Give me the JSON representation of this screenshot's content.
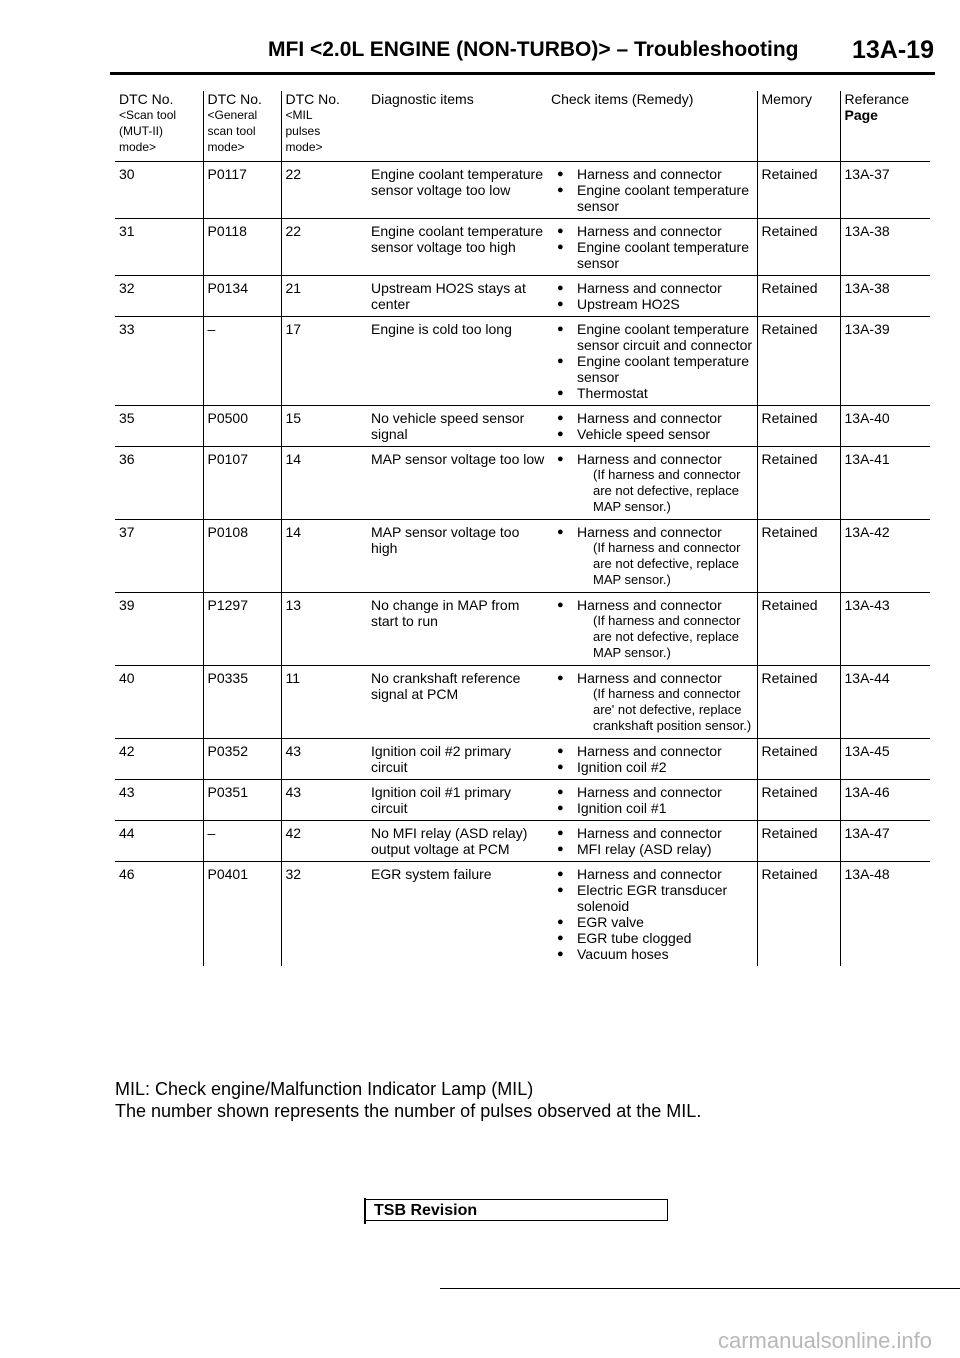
{
  "header": {
    "title": "MFI <2.0L ENGINE (NON-TURBO)> – Troubleshooting",
    "page_code": "13A-19"
  },
  "table": {
    "headers": [
      {
        "line1": "DTC No.",
        "line2": "<Scan tool",
        "line3": "(MUT-II)",
        "line4": "mode>"
      },
      {
        "line1": "DTC No.",
        "line2": "<General",
        "line3": "scan tool",
        "line4": "mode>"
      },
      {
        "line1": "DTC No.",
        "line2": "<MIL",
        "line3": "pulses",
        "line4": "mode>"
      },
      {
        "line1": "Diagnostic items"
      },
      {
        "line1": "Check items (Remedy)"
      },
      {
        "line1": "Memory"
      },
      {
        "line1": "Referance",
        "line2": "Page"
      }
    ],
    "rows": [
      {
        "scan": "30",
        "general": "P0117",
        "mil": "22",
        "diag": "Engine coolant temperature sensor voltage too low",
        "checks": [
          "Harness and connector",
          "Engine coolant temperature sensor"
        ],
        "memory": "Retained",
        "ref": "13A-37"
      },
      {
        "scan": "31",
        "general": "P0118",
        "mil": "22",
        "diag": "Engine coolant temperature sensor voltage too high",
        "checks": [
          "Harness and connector",
          "Engine coolant temperature sensor"
        ],
        "memory": "Retained",
        "ref": "13A-38"
      },
      {
        "scan": "32",
        "general": "P0134",
        "mil": "21",
        "diag": "Upstream HO2S stays at center",
        "checks": [
          "Harness and connector",
          "Upstream HO2S"
        ],
        "memory": "Retained",
        "ref": "13A-38"
      },
      {
        "scan": "33",
        "general": "–",
        "mil": "17",
        "diag": "Engine is cold too long",
        "checks": [
          "Engine coolant temperature sensor circuit and connector",
          "Engine coolant temperature sensor",
          "Thermostat"
        ],
        "memory": "Retained",
        "ref": "13A-39"
      },
      {
        "scan": "35",
        "general": "P0500",
        "mil": "15",
        "diag": "No vehicle speed sensor signal",
        "checks": [
          "Harness and connector",
          "Vehicle speed sensor"
        ],
        "memory": "Retained",
        "ref": "13A-40"
      },
      {
        "scan": "36",
        "general": "P0107",
        "mil": "14",
        "diag": "MAP sensor voltage too low",
        "checks": [
          "Harness and connector"
        ],
        "note": "(If harness and connector are not defective, replace MAP sensor.)",
        "memory": "Retained",
        "ref": "13A-41"
      },
      {
        "scan": "37",
        "general": "P0108",
        "mil": "14",
        "diag": "MAP sensor voltage too high",
        "checks": [
          "Harness and connector"
        ],
        "note": "(If harness and connector are not defective, replace MAP sensor.)",
        "memory": "Retained",
        "ref": "13A-42"
      },
      {
        "scan": "39",
        "general": "P1297",
        "mil": "13",
        "diag": "No change in MAP from start to run",
        "checks": [
          "Harness and connector"
        ],
        "note": "(If harness and connector are not defective, replace MAP sensor.)",
        "memory": "Retained",
        "ref": "13A-43"
      },
      {
        "scan": "40",
        "general": "P0335",
        "mil": "11",
        "diag": "No crankshaft reference signal at PCM",
        "checks": [
          "Harness and connector"
        ],
        "note": "(If harness and connector are' not defective, replace crankshaft position sensor.)",
        "memory": "Retained",
        "ref": "13A-44"
      },
      {
        "scan": "42",
        "general": "P0352",
        "mil": "43",
        "diag": "Ignition coil #2 primary circuit",
        "checks": [
          "Harness and connector",
          "Ignition coil #2"
        ],
        "memory": "Retained",
        "ref": "13A-45"
      },
      {
        "scan": "43",
        "general": "P0351",
        "mil": "43",
        "diag": "Ignition coil #1 primary circuit",
        "checks": [
          "Harness and connector",
          "Ignition coil #1"
        ],
        "memory": "Retained",
        "ref": "13A-46"
      },
      {
        "scan": "44",
        "general": "–",
        "mil": "42",
        "diag": "No MFI relay (ASD relay) output voltage at PCM",
        "checks": [
          "Harness and connector",
          "MFI relay (ASD relay)"
        ],
        "memory": "Retained",
        "ref": "13A-47"
      },
      {
        "scan": "46",
        "general": "P0401",
        "mil": "32",
        "diag": "EGR system failure",
        "checks": [
          "Harness and connector",
          "Electric EGR transducer solenoid",
          "EGR valve",
          "EGR tube clogged",
          "Vacuum hoses"
        ],
        "memory": "Retained",
        "ref": "13A-48"
      }
    ]
  },
  "footnotes": {
    "mil": "MIL: Check engine/Malfunction Indicator Lamp (MIL)",
    "pulses": "The number shown represents the number of pulses observed at the MIL."
  },
  "tsb": "TSB Revision",
  "watermark": "carmanualsonline.info"
}
